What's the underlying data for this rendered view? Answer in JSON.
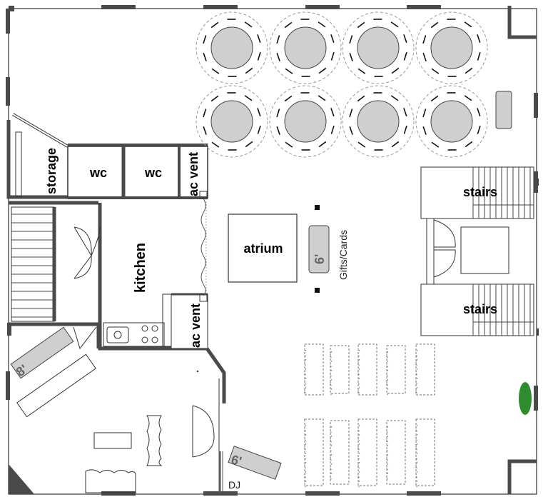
{
  "rooms": {
    "storage": "storage",
    "wc1": "wc",
    "wc2": "wc",
    "ac_vent_top": "ac vent",
    "ac_vent_bottom": "ac vent",
    "kitchen": "kitchen",
    "atrium": "atrium",
    "stairs_top": "stairs",
    "stairs_bottom": "stairs"
  },
  "labels": {
    "gifts_cards": "Gifts/Cards",
    "dj": "DJ"
  },
  "tables": {
    "gift_table_size": "6'",
    "dj_table_size": "6'",
    "buffet_table_size": "8'"
  },
  "colors": {
    "wall": "#4a4a4a",
    "table_fill": "#cfcfcf",
    "plant": "#2e8b2e"
  }
}
